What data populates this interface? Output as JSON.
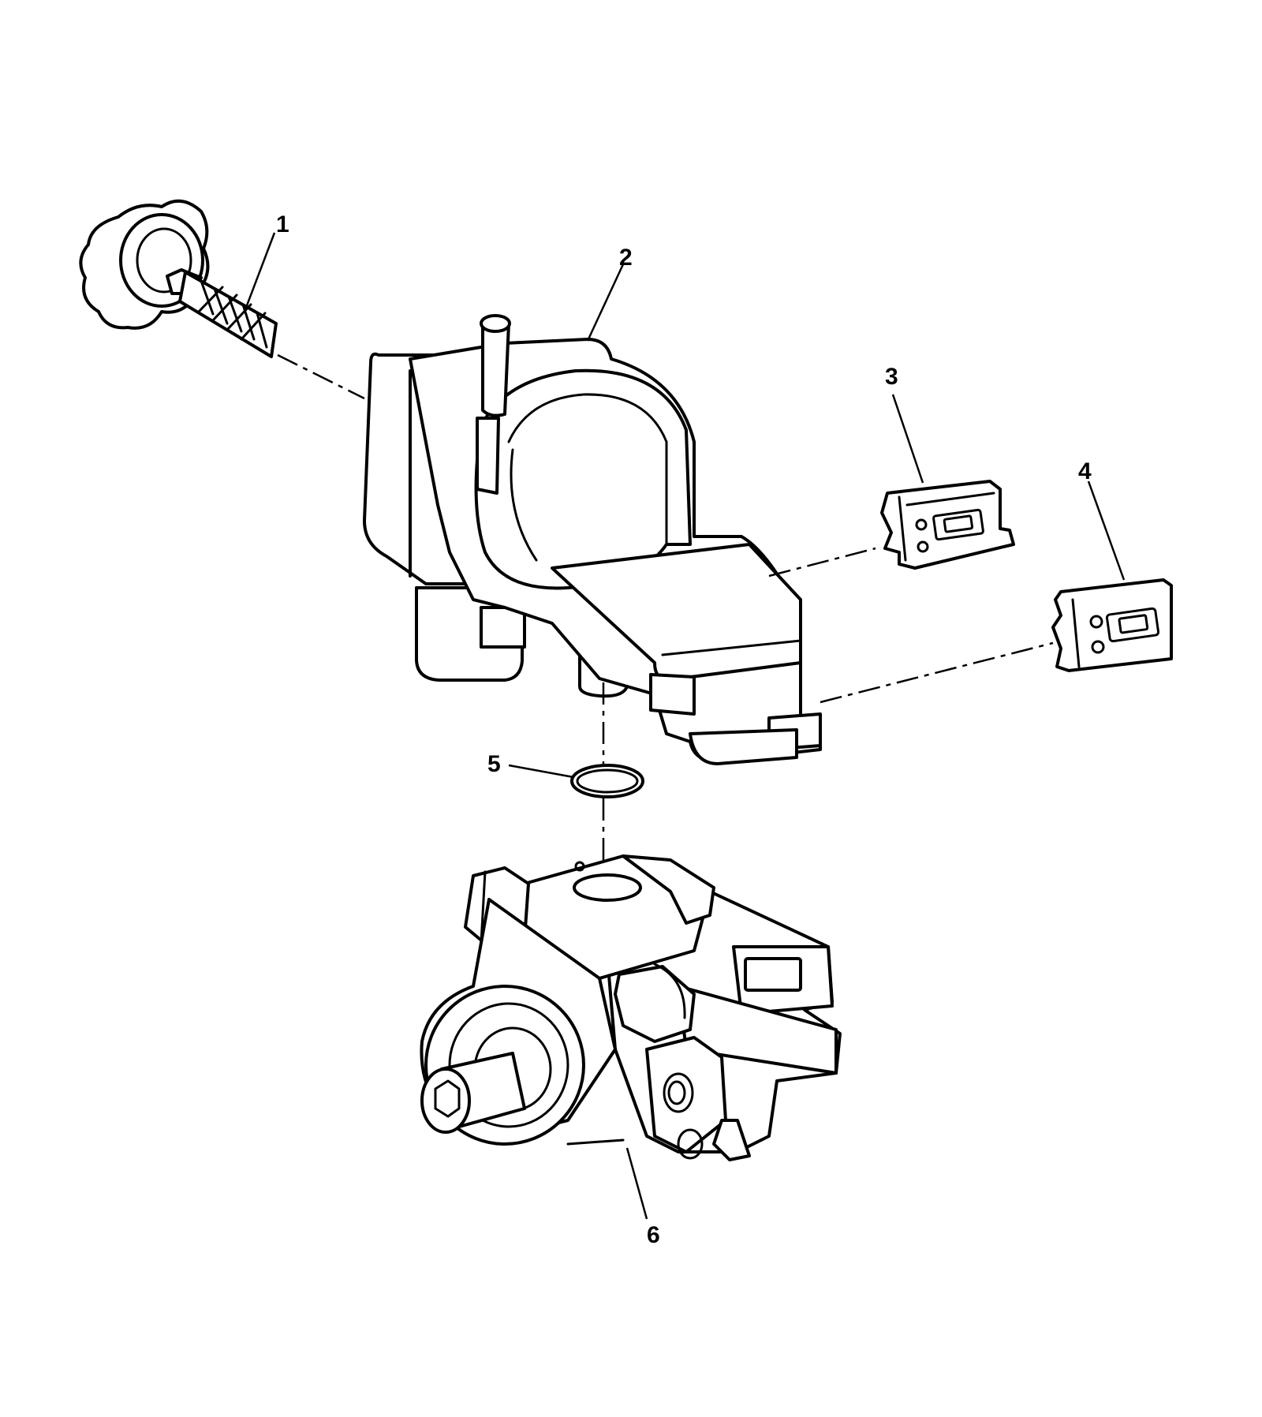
{
  "callouts": [
    {
      "id": 1,
      "label": "1"
    },
    {
      "id": 2,
      "label": "2"
    },
    {
      "id": 3,
      "label": "3"
    },
    {
      "id": 4,
      "label": "4"
    },
    {
      "id": 5,
      "label": "5"
    },
    {
      "id": 6,
      "label": "6"
    }
  ],
  "colors": {
    "line": "#000000",
    "background": "#ffffff"
  }
}
